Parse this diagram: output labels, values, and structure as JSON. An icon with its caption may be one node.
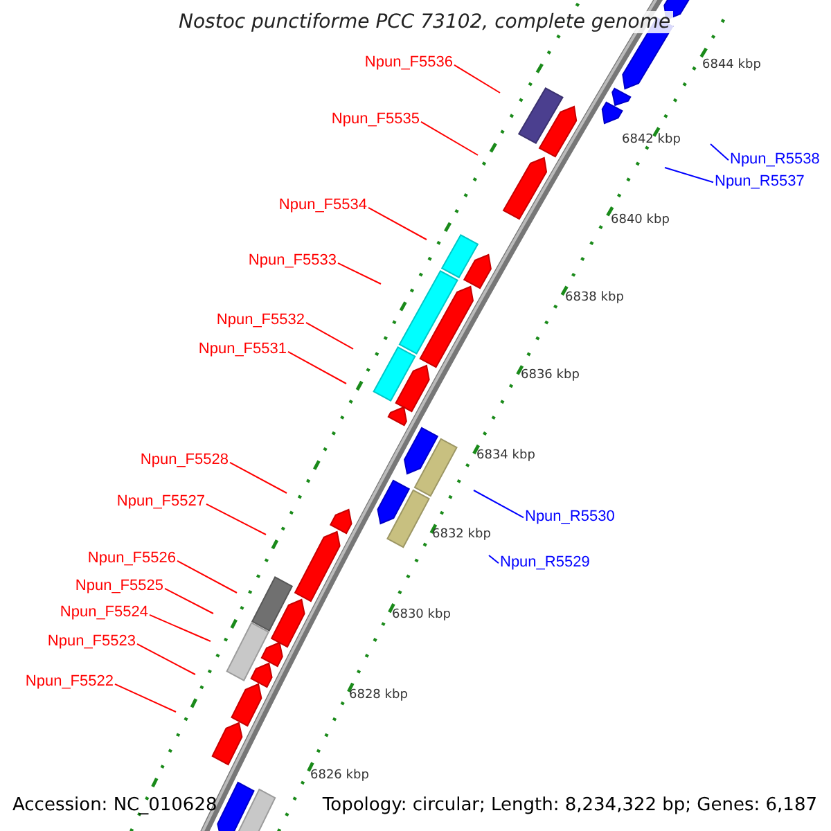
{
  "diagram": {
    "title": "Nostoc punctiforme PCC 73102, complete genome",
    "nodes": [
      {
        "text": [
          "Npun_F5536"
        ]
      },
      {
        "text": [
          "Npun_F5535"
        ]
      },
      {
        "text": [
          "Npun_R5538"
        ]
      },
      {
        "text": [
          "Npun_R5537"
        ]
      },
      {
        "text": [
          "Npun_F5534"
        ]
      },
      {
        "text": [
          "Npun_F5533"
        ]
      },
      {
        "text": [
          "Npun_F5532"
        ]
      },
      {
        "text": [
          "Npun_F5531"
        ]
      },
      {
        "text": [
          "Npun_F5528"
        ]
      },
      {
        "text": [
          "Npun_R5530"
        ]
      },
      {
        "text": [
          "Npun_F5527"
        ]
      },
      {
        "text": [
          "Npun_R5529"
        ]
      },
      {
        "text": [
          "Npun_F5526"
        ]
      },
      {
        "text": [
          "Npun_F5525"
        ]
      },
      {
        "text": [
          "Npun_F5524"
        ]
      },
      {
        "text": [
          "Npun_F5523"
        ]
      },
      {
        "text": [
          "Npun_F5522"
        ]
      }
    ],
    "edges": [
      {
        "from": 0,
        "to": null,
        "arrow": "none"
      },
      {
        "from": 1,
        "to": null,
        "arrow": "none"
      },
      {
        "from": 2,
        "to": null,
        "arrow": "none",
        "color": "#0000ff"
      },
      {
        "from": 3,
        "to": null,
        "arrow": "none",
        "color": "#0000ff"
      },
      {
        "from": 4,
        "to": null,
        "arrow": "none"
      },
      {
        "from": 5,
        "to": null,
        "arrow": "none"
      },
      {
        "from": 6,
        "to": null,
        "arrow": "none"
      },
      {
        "from": 7,
        "to": null,
        "arrow": "none"
      },
      {
        "from": 8,
        "to": null,
        "arrow": "none"
      },
      {
        "from": 9,
        "to": null,
        "arrow": "none",
        "color": "#0000ff"
      },
      {
        "from": 10,
        "to": null,
        "arrow": "none"
      },
      {
        "from": 11,
        "to": null,
        "arrow": "none",
        "color": "#0000ff"
      },
      {
        "from": 12,
        "to": null,
        "arrow": "none"
      },
      {
        "from": 13,
        "to": null,
        "arrow": "none"
      },
      {
        "from": 14,
        "to": null,
        "arrow": "none"
      },
      {
        "from": 15,
        "to": null,
        "arrow": "none"
      },
      {
        "from": 16,
        "to": null,
        "arrow": "none"
      }
    ],
    "labels": [
      "6844 kbp",
      "6842 kbp",
      "6840 kbp",
      "6838 kbp",
      "6836 kbp",
      "6834 kbp",
      "6832 kbp",
      "6830 kbp",
      "6828 kbp",
      "6826 kbp",
      "Accession: NC_010628",
      "Topology: circular; Length: 8,234,322 bp; Genes: 6,187"
    ]
  }
}
